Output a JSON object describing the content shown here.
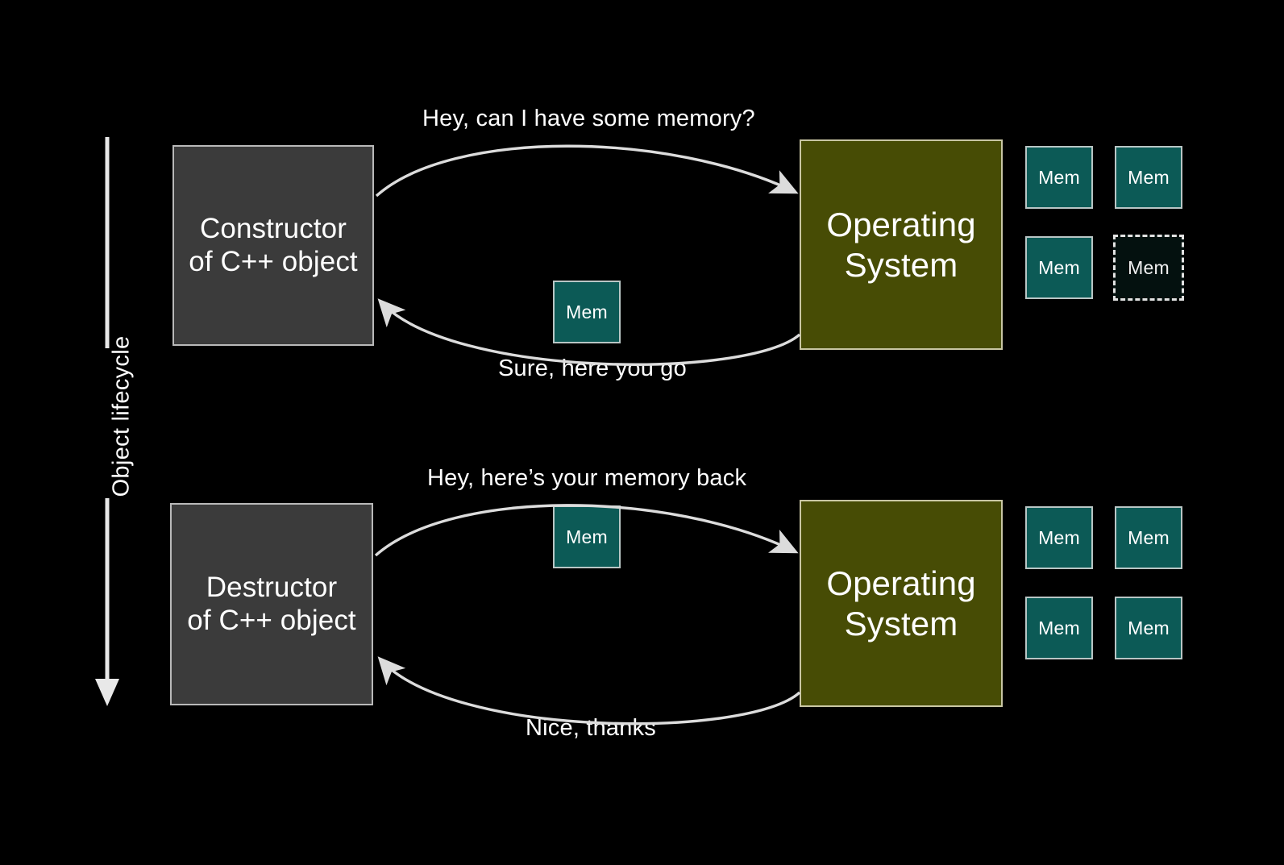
{
  "slide": {
    "background_color": "#000000",
    "lifecycle_axis_label": "Object lifecycle"
  },
  "colors": {
    "background": "#000000",
    "actor_gray_fill": "#3b3b3b",
    "actor_gray_border": "#b9b9b9",
    "actor_olive_fill": "#474c05",
    "actor_olive_border": "#c9c6a4",
    "memory_fill": "#0c5a56",
    "memory_border": "#b9c6c5",
    "memory_empty_fill": "#04110f",
    "memory_empty_border": "#e2e2e2",
    "arrow": "#d8d8d8",
    "text": "#ffffff"
  },
  "phases": [
    {
      "id": "allocation",
      "actor": {
        "line1": "Constructor",
        "line2": "of C++ object"
      },
      "system": {
        "line1": "Operating",
        "line2": "System"
      },
      "request_label": "Hey, can I have some memory?",
      "response_label": "Sure, here you go",
      "transit_block": {
        "label": "Mem",
        "state": "filled"
      },
      "memory_pool": [
        {
          "label": "Mem",
          "state": "filled"
        },
        {
          "label": "Mem",
          "state": "filled"
        },
        {
          "label": "Mem",
          "state": "filled"
        },
        {
          "label": "Mem",
          "state": "empty"
        }
      ]
    },
    {
      "id": "deallocation",
      "actor": {
        "line1": "Destructor",
        "line2": "of C++ object"
      },
      "system": {
        "line1": "Operating",
        "line2": "System"
      },
      "request_label": "Hey, here’s your memory back",
      "response_label": "Nice, thanks",
      "transit_block": {
        "label": "Mem",
        "state": "filled"
      },
      "memory_pool": [
        {
          "label": "Mem",
          "state": "filled"
        },
        {
          "label": "Mem",
          "state": "filled"
        },
        {
          "label": "Mem",
          "state": "filled"
        },
        {
          "label": "Mem",
          "state": "filled"
        }
      ]
    }
  ]
}
